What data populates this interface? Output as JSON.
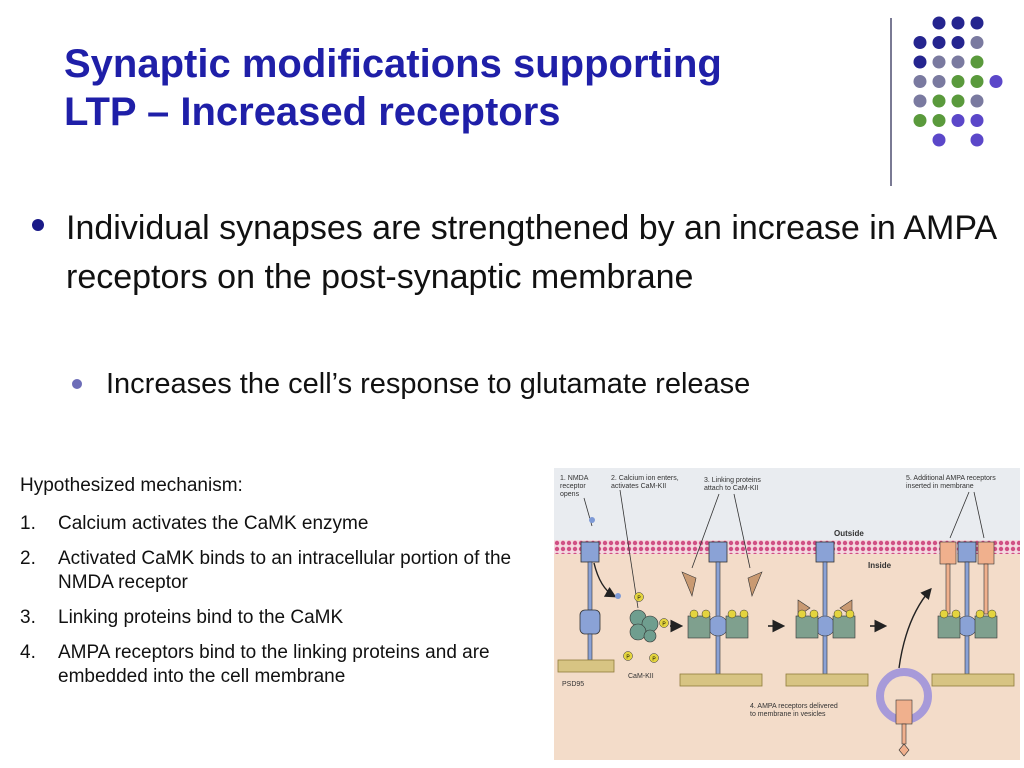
{
  "slide": {
    "title_line1": "Synaptic modifications supporting",
    "title_line2": "LTP – Increased receptors",
    "bullet_main": "Individual synapses are strengthened by an increase in AMPA receptors on the post-synaptic membrane",
    "bullet_sub": "Increases the cell’s response to glutamate release",
    "dot_colors": {
      "navy": "#25258f",
      "gray": "#7a7aa0",
      "green": "#5a9a3c",
      "purple": "#5b47c9"
    }
  },
  "mechanism": {
    "heading": "Hypothesized mechanism:",
    "steps": [
      {
        "num": "1.",
        "text": "Calcium activates the CaMK enzyme"
      },
      {
        "num": "2.",
        "text": "Activated CaMK binds to an intracellular portion of the NMDA receptor"
      },
      {
        "num": "3.",
        "text": "Linking proteins bind to the CaMK"
      },
      {
        "num": "4.",
        "text": "AMPA receptors bind to the linking proteins and are embedded into the cell membrane"
      }
    ]
  },
  "figure": {
    "label1": [
      "1. NMDA",
      "receptor",
      "opens"
    ],
    "label2": [
      "2. Calcium ion enters,",
      "activates CaM-KII"
    ],
    "label3": [
      "3. Linking proteins",
      "attach to CaM-KII"
    ],
    "label5": [
      "5. Additional AMPA receptors",
      "inserted in membrane"
    ],
    "label4": [
      "4. AMPA receptors delivered",
      "to membrane in vesicles"
    ],
    "outside": "Outside",
    "inside": "Inside",
    "camkii": "CaM-KII",
    "psd95": "PSD95",
    "p": "P"
  }
}
